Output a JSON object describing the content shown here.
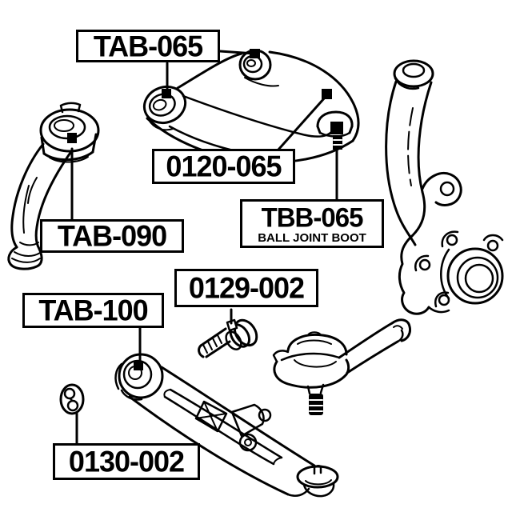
{
  "page": {
    "background_color": "#ffffff",
    "ink_color": "#000000"
  },
  "diagram": {
    "type": "exploded-parts-line-diagram",
    "labels": [
      {
        "id": "TAB-065",
        "text": "TAB-065"
      },
      {
        "id": "0120-065",
        "text": "0120-065"
      },
      {
        "id": "TAB-090",
        "text": "TAB-090"
      },
      {
        "id": "TBB-065",
        "text": "TBB-065",
        "subtitle": "BALL JOINT BOOT"
      },
      {
        "id": "0129-002",
        "text": "0129-002"
      },
      {
        "id": "TAB-100",
        "text": "TAB-100"
      },
      {
        "id": "0130-002",
        "text": "0130-002"
      }
    ],
    "parts": [
      {
        "name": "upper-control-arm"
      },
      {
        "name": "upper-arm-bushings"
      },
      {
        "name": "upper-ball-joint-stud"
      },
      {
        "name": "steering-knuckle"
      },
      {
        "name": "front-compression-arm"
      },
      {
        "name": "cam-adjust-bolt"
      },
      {
        "name": "lower-control-arm"
      },
      {
        "name": "lower-ball-joint"
      },
      {
        "name": "small-arm-bushing"
      }
    ]
  }
}
